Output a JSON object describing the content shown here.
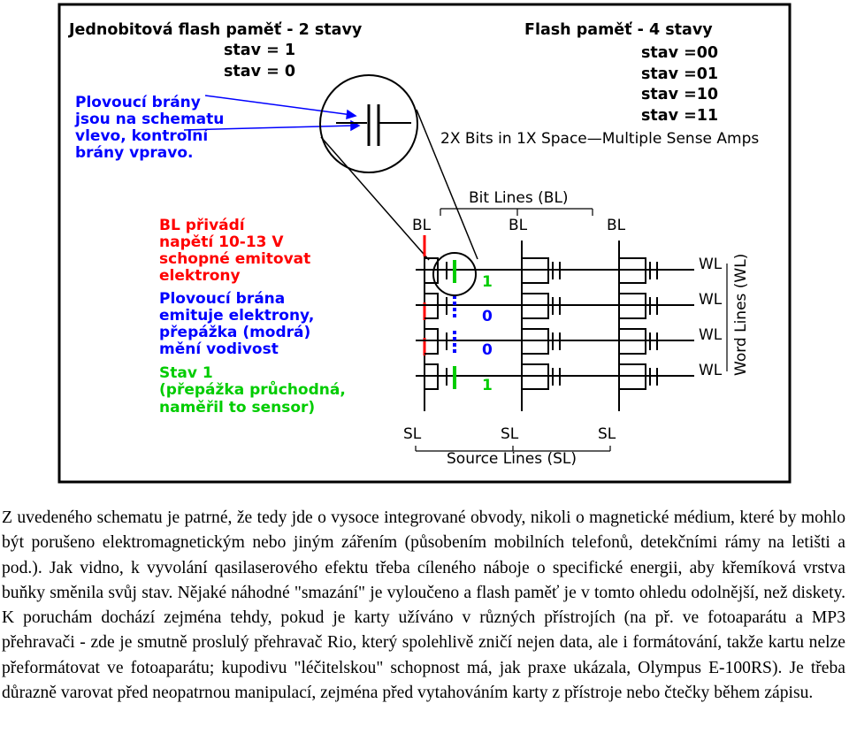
{
  "colors": {
    "black": "#000000",
    "blue": "#0000ff",
    "red": "#ff0000",
    "green": "#00cc00",
    "frame": "#000000"
  },
  "diagram": {
    "left_title": "Jednobitová flash paměť - 2 stavy",
    "left_states": [
      "stav = 1",
      "stav = 0"
    ],
    "right_title": "Flash paměť - 4 stavy",
    "right_states": [
      "stav =00",
      "stav =01",
      "stav =10",
      "stav =11"
    ],
    "sense_amps": "2X Bits in 1X Space—Multiple Sense Amps",
    "blue_note_top": [
      "Plovoucí brány",
      "jsou na schematu",
      "vlevo, kontrolní",
      "brány vpravo."
    ],
    "red_note": [
      "BL přivádí",
      "napětí 10-13 V",
      "schopné emitovat",
      "elektrony"
    ],
    "blue_note_mid": [
      "Plovoucí brána",
      "emituje elektrony,",
      "přepážka (modrá)",
      "mění vodivost"
    ],
    "green_note": [
      "Stav 1",
      "(přepážka průchodná,",
      "naměřil to sensor)"
    ],
    "bit_lines_label": "Bit Lines (BL)",
    "bl_labels": [
      "BL",
      "BL",
      "BL"
    ],
    "wl_labels": [
      "WL",
      "WL",
      "WL",
      "WL"
    ],
    "word_lines_label": "Word Lines (WL)",
    "sl_labels": [
      "SL",
      "SL",
      "SL"
    ],
    "source_lines_label": "Source Lines (SL)",
    "cell_bits": [
      "1",
      "0",
      "0",
      "1"
    ]
  },
  "text": {
    "paragraph": "Z uvedeného schematu je patrné, že tedy jde o vysoce integrované obvody, nikoli o magnetické médium, které by mohlo být porušeno elektromagnetickým nebo jiným zářením (působením mobilních telefonů, detekčními rámy na letišti a pod.). Jak vidno, k vyvolání qasilaserového efektu třeba cíleného náboje o specifické energii, aby křemíková vrstva buňky směnila svůj stav. Nějaké náhodné \"smazání\" je vyloučeno a flash paměť je v tomto ohledu odolnější, než diskety. K poruchám dochází zejména tehdy, pokud je karty užíváno v různých přístrojích (na př. ve fotoaparátu a MP3 přehravači - zde je smutně proslulý přehravač Rio, který spolehlivě zničí nejen data, ale i formátování, takže kartu nelze přeformátovat ve fotoaparátu; kupodivu \"léčitelskou\" schopnost má, jak praxe ukázala, Olympus E-100RS). Je třeba důrazně varovat před neopatrnou manipulací, zejména před vytahováním karty z přístroje nebo čtečky během zápisu."
  }
}
